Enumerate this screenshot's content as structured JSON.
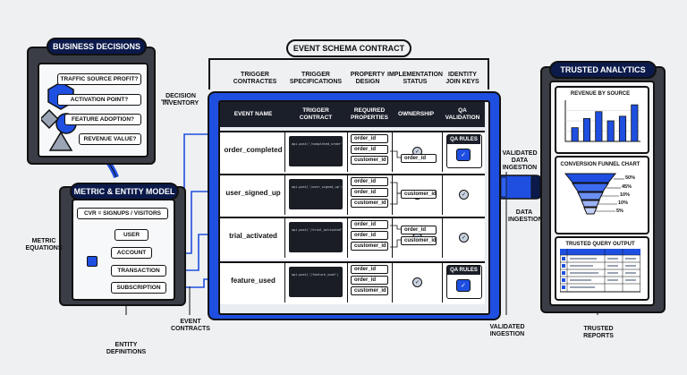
{
  "business": {
    "title": "BUSINESS DECISIONS",
    "questions": [
      "TRAFFIC SOURCE PROFIT?",
      "ACTIVATION POINT?",
      "FEATURE ADOPTION?",
      "REVENUE VALUE?"
    ],
    "side_label": "DECISION INVENTORY"
  },
  "metric_model": {
    "title": "METRIC & ENTITY MODEL",
    "formula": "CVR = SIGNUPS / VISITORS",
    "entities": [
      "USER",
      "ACCOUNT",
      "TRANSACTION",
      "SUBSCRIPTION"
    ],
    "left_label": "METRIC EQUATIONS",
    "bottom_label": "ENTITY DEFINITIONS"
  },
  "contract": {
    "title": "EVENT SCHEMA CONTRACT",
    "column_captions": [
      "TRIGGER CONTRACTES",
      "TRIGGER SPECIFICATIONS",
      "PROPERTY DESIGN",
      "IMPLEMENTATION STATUS",
      "IDENTITY JOIN KEYS"
    ],
    "headers": [
      "EVENT NAME",
      "TRIGGER CONTRACT",
      "REQUIRED PROPERTIES",
      "OWNERSHIP",
      "QA VALIDATION"
    ],
    "rows": [
      {
        "name": "order_completed",
        "code": "api.post('/completed_order')",
        "props": [
          "order_id",
          "order_id",
          "customer_id"
        ],
        "qa": "QA RULES"
      },
      {
        "name": "user_signed_up",
        "code": "api.post('/user_signed_up')",
        "props": [
          "order_id",
          "order_id",
          "customer_id"
        ],
        "qa": ""
      },
      {
        "name": "trial_activated",
        "code": "api.post('/trial_activated')",
        "props": [
          "order_id",
          "order_id",
          "customer_id"
        ],
        "qa": ""
      },
      {
        "name": "feature_used",
        "code": "api.post('/feature_used')",
        "props": [
          "order_id",
          "order_id",
          "customer_id"
        ],
        "qa": "QA RULES"
      }
    ],
    "join_keys": [
      "order_id",
      "customer_id",
      "order_id",
      "customer_id"
    ],
    "bottom_label": "EVENT CONTRACTS"
  },
  "ingestion": {
    "top_label": "VALIDATED DATA INGESTION",
    "mid_label": "DATA INGESTION",
    "bottom_label": "VALIDATED INGESTION"
  },
  "analytics": {
    "title": "TRUSTED ANALYTICS",
    "revenue_title": "REVENUE BY SOURCE",
    "funnel_title": "CONVERSION FUNNEL CHART",
    "funnel_labels": [
      "50%",
      "45%",
      "10%",
      "10%",
      "5%"
    ],
    "query_title": "TRUSTED QUERY OUTPUT",
    "bottom_label": "TRUSTED REPORTS"
  },
  "chart_data": {
    "type": "bar",
    "title": "REVENUE BY SOURCE",
    "categories": [
      "",
      "",
      "",
      "",
      "",
      ""
    ],
    "values": [
      3,
      5,
      6.5,
      4.5,
      5.5,
      8
    ],
    "ylim": [
      0,
      9
    ]
  },
  "colors": {
    "navy": "#0b1a4a",
    "blue": "#1f4fe0",
    "dark": "#1b1f2a",
    "panel": "#3a3d45"
  }
}
